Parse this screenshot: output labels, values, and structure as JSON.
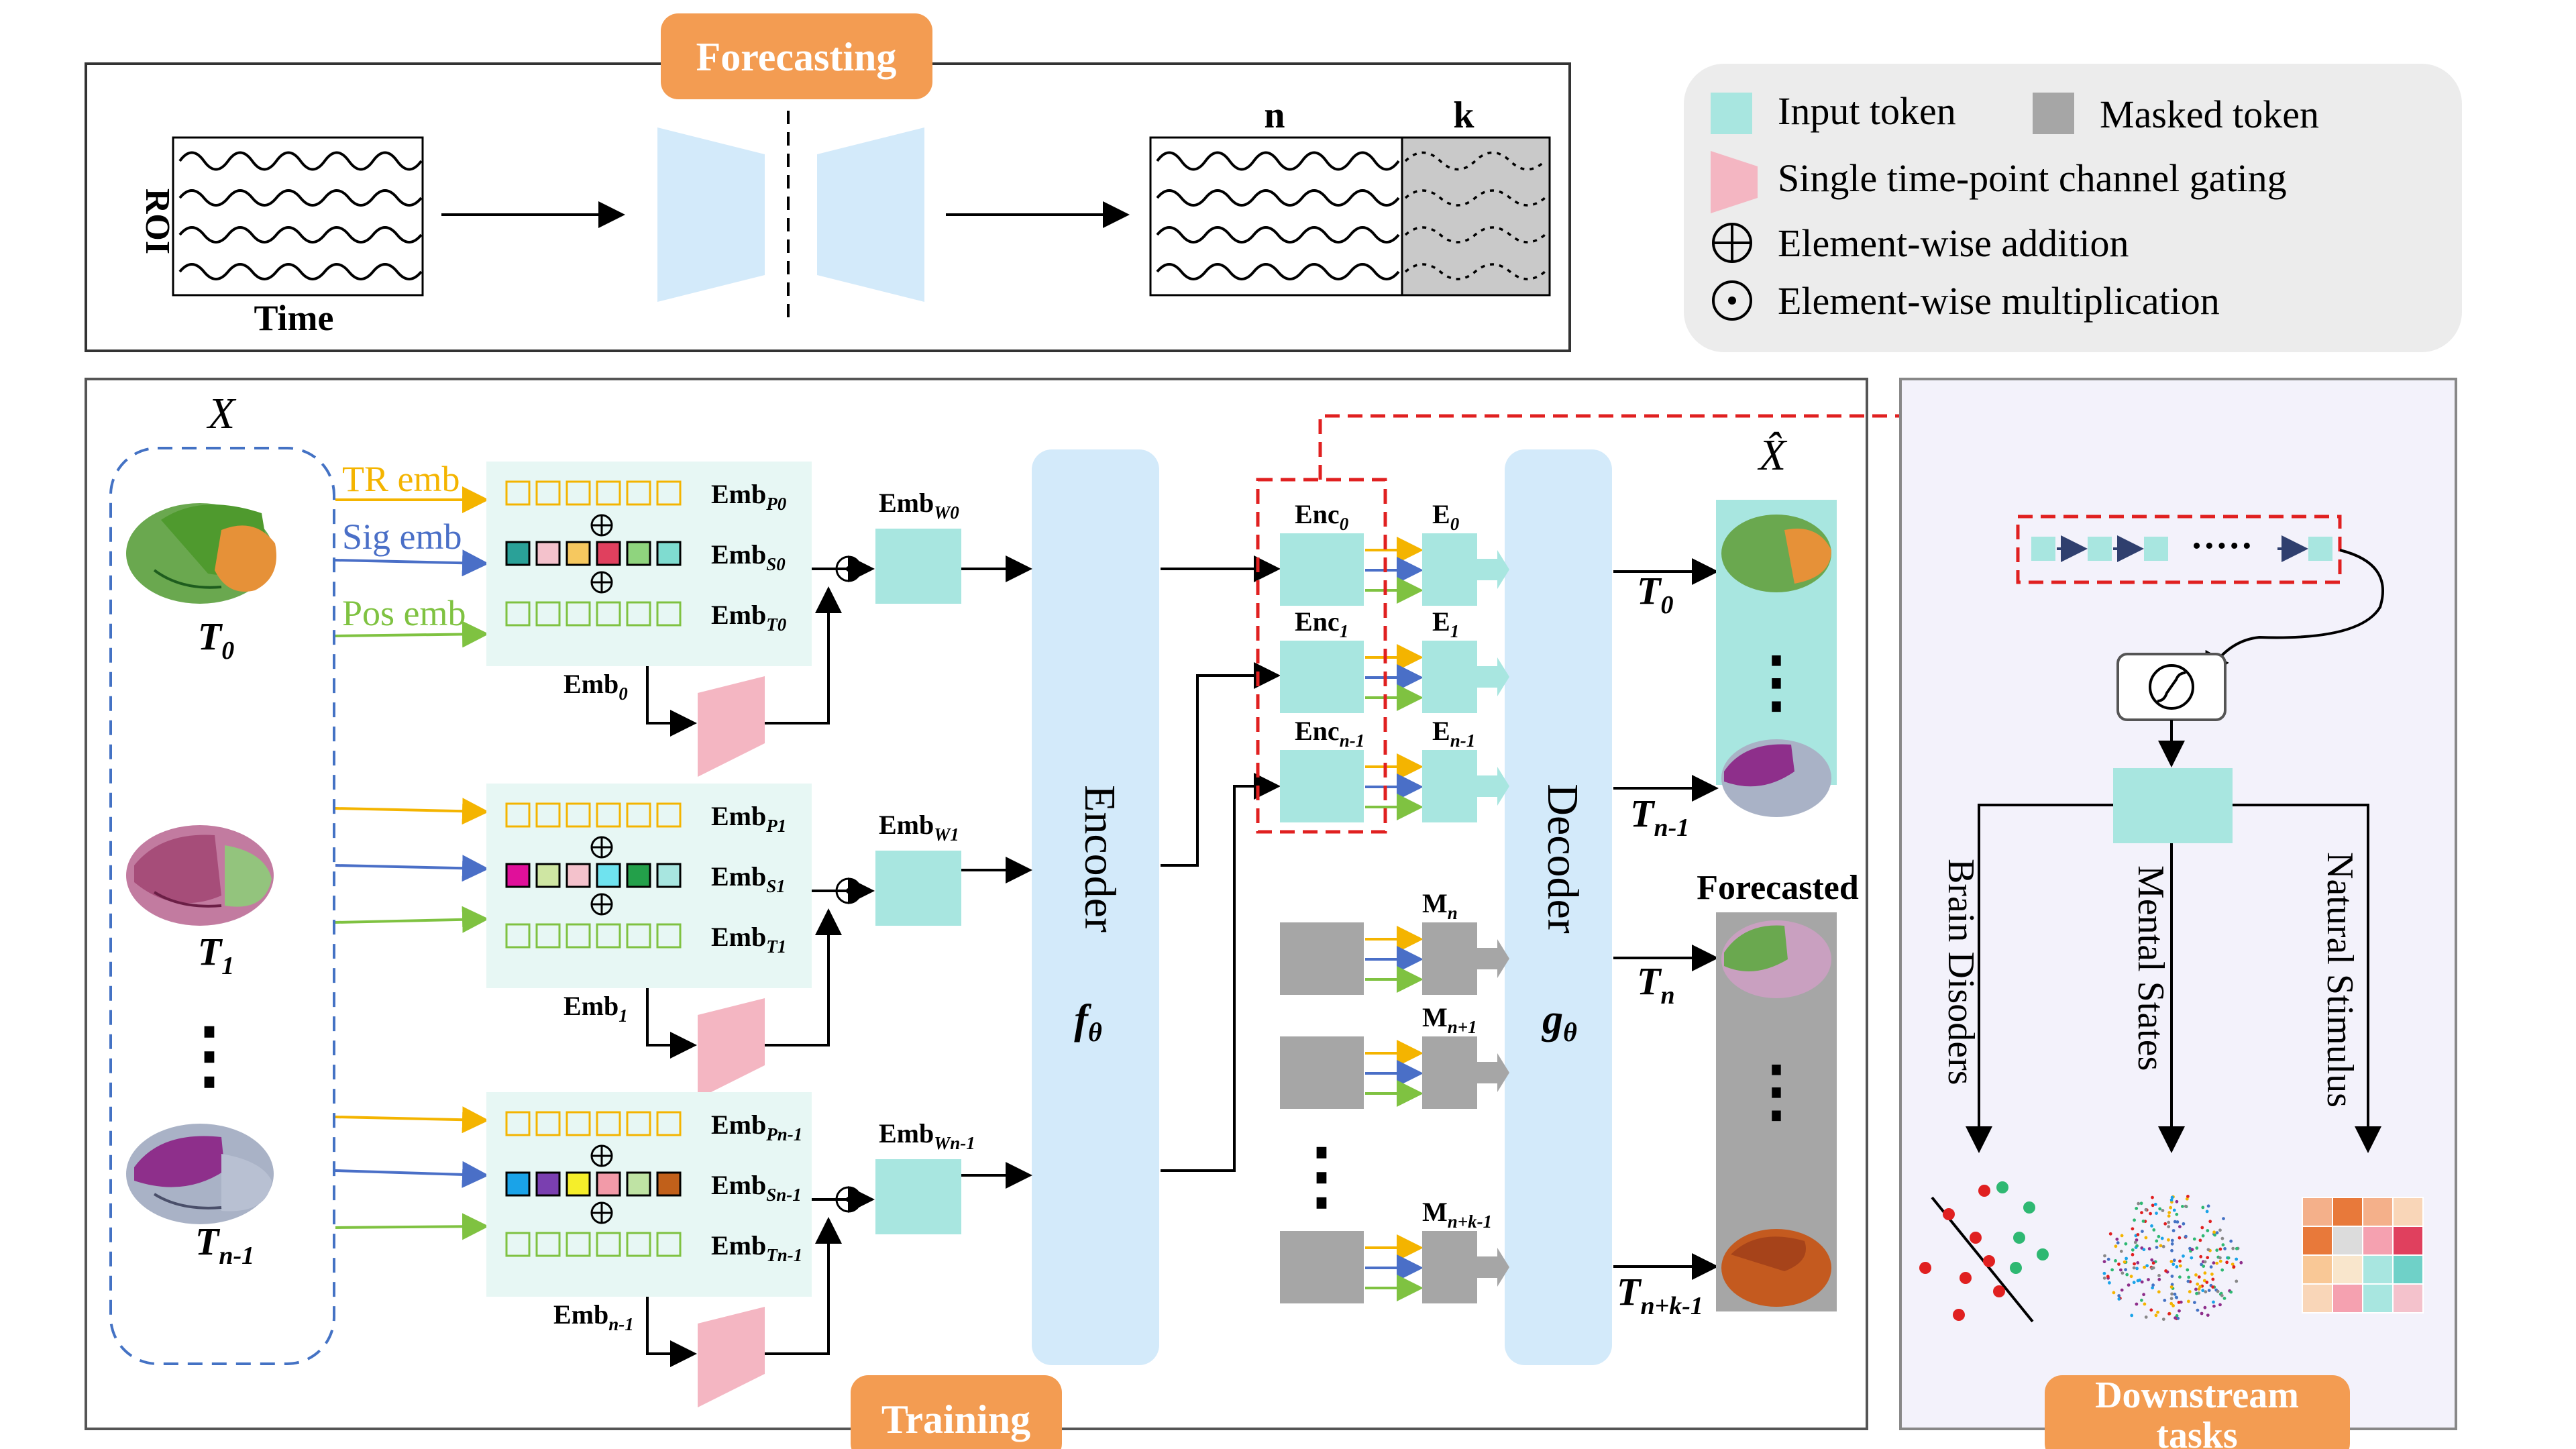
{
  "forecasting_panel": {
    "title": "Forecasting",
    "roi_label": "ROI",
    "time_label": "Time",
    "n_label": "n",
    "k_label": "k"
  },
  "legend": {
    "input_token": "Input token",
    "masked_token": "Masked token",
    "gating": "Single time-point channel gating",
    "addition": "Element-wise addition",
    "multiplication": "Element-wise multiplication"
  },
  "training_panel": {
    "title": "Training",
    "x_label": "X",
    "x_hat_label": "X̂",
    "embeddings": {
      "tr": "TR emb",
      "sig": "Sig emb",
      "pos": "Pos emb"
    },
    "time_points": [
      {
        "base": "T",
        "sub": "0"
      },
      {
        "base": "T",
        "sub": "1"
      },
      {
        "base": "T",
        "sub": "n-1"
      }
    ],
    "ellipsis": "⋮",
    "rows": [
      {
        "p": "Emb",
        "p_sub": "P0",
        "s": "Emb",
        "s_sub": "S0",
        "t": "Emb",
        "t_sub": "T0",
        "e": "Emb",
        "e_sub": "0",
        "w": "Emb",
        "w_sub": "W0"
      },
      {
        "p": "Emb",
        "p_sub": "P1",
        "s": "Emb",
        "s_sub": "S1",
        "t": "Emb",
        "t_sub": "T1",
        "e": "Emb",
        "e_sub": "1",
        "w": "Emb",
        "w_sub": "W1"
      },
      {
        "p": "Emb",
        "p_sub": "Pn-1",
        "s": "Emb",
        "s_sub": "Sn-1",
        "t": "Emb",
        "t_sub": "Tn-1",
        "e": "Emb",
        "e_sub": "n-1",
        "w": "Emb",
        "w_sub": "Wn-1"
      }
    ],
    "encoder": {
      "label": "Encoder",
      "func": "f",
      "func_sub": "θ"
    },
    "decoder": {
      "label": "Decoder",
      "func": "g",
      "func_sub": "θ"
    },
    "enc_outputs": [
      {
        "enc": "Enc",
        "enc_sub": "0",
        "e": "E",
        "e_sub": "0"
      },
      {
        "enc": "Enc",
        "enc_sub": "1",
        "e": "E",
        "e_sub": "1"
      },
      {
        "enc": "Enc",
        "enc_sub": "n-1",
        "e": "E",
        "e_sub": "n-1"
      }
    ],
    "mask_tokens": [
      {
        "m": "M",
        "m_sub": "n"
      },
      {
        "m": "M",
        "m_sub": "n+1"
      },
      {
        "m": "M",
        "m_sub": "n+k-1"
      }
    ],
    "outputs": [
      {
        "base": "T",
        "sub": "0"
      },
      {
        "base": "T",
        "sub": "n-1"
      },
      {
        "base": "T",
        "sub": "n"
      },
      {
        "base": "T",
        "sub": "n+k-1"
      }
    ],
    "forecasted_label": "Forecasted"
  },
  "downstream_panel": {
    "title_line1": "Downstream",
    "title_line2": "tasks",
    "token_dots": "·····",
    "tasks": [
      "Brain Disoders",
      "Mental States",
      "Natural Stimulus"
    ]
  },
  "colors": {
    "token": "#a8e6e0",
    "masked": "#a6a6a6",
    "gate": "#f4b6c2",
    "encoder_bg": "#d3eafa",
    "badge": "#f39c52",
    "dashed_red": "#e02020",
    "dashed_blue": "#4472c4",
    "tr_arrow": "#f4b400",
    "sig_arrow": "#4a6fc7",
    "pos_arrow": "#7fc241",
    "downstream_bg": "#f3f2fb",
    "legend_bg": "#ececec"
  }
}
